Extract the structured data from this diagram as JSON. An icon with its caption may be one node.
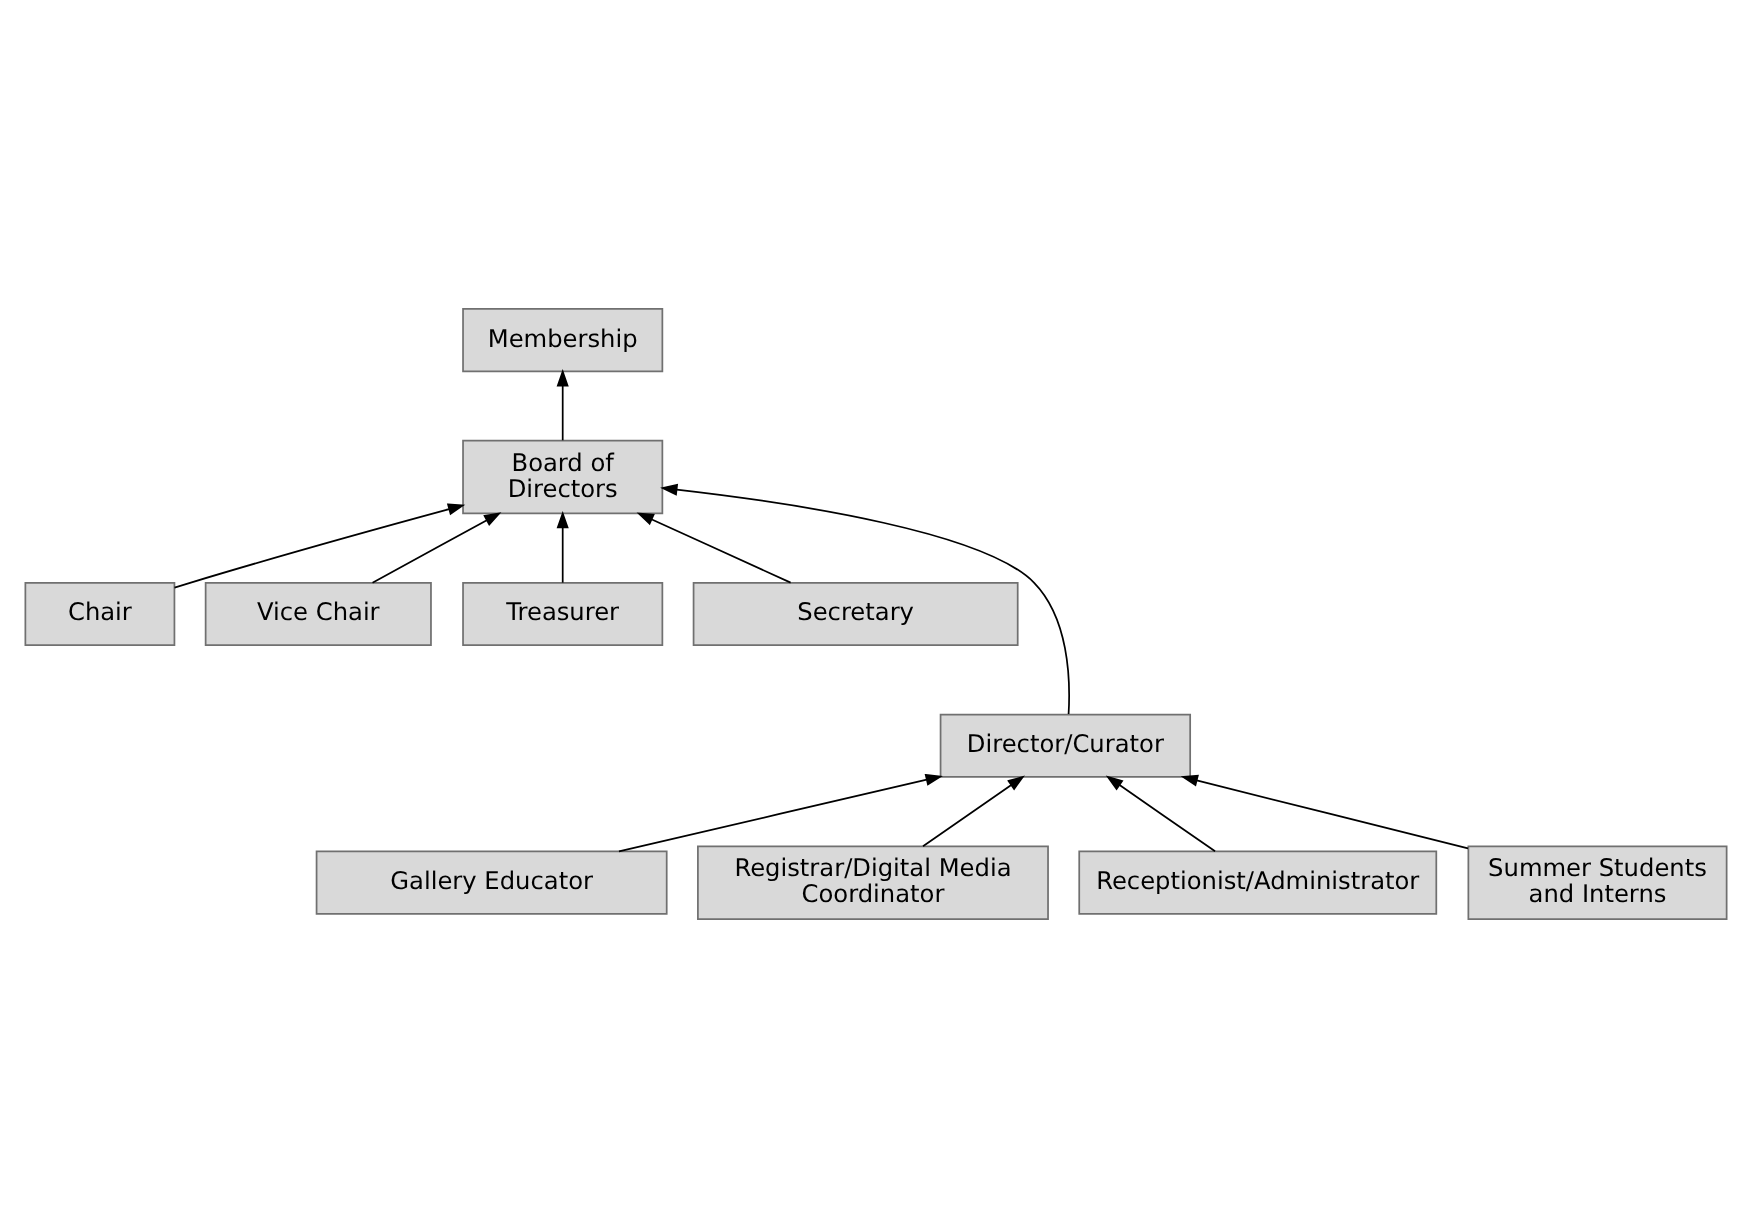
{
  "diagram": {
    "nodes": [
      {
        "text": [
          "Membership"
        ]
      },
      {
        "text": [
          "Board of Directors"
        ]
      },
      {
        "text": [
          "Chair"
        ]
      },
      {
        "text": [
          "Vice Chair"
        ]
      },
      {
        "text": [
          "Treasurer"
        ]
      },
      {
        "text": [
          "Secretary"
        ]
      },
      {
        "text": [
          "Director/Curator"
        ]
      },
      {
        "text": [
          "Gallery Educator"
        ]
      },
      {
        "text": [
          "Registrar/Digital Media Coordinator"
        ]
      },
      {
        "text": [
          "Receptionist/Administrator"
        ]
      },
      {
        "text": [
          "Summer Students and Interns"
        ]
      }
    ],
    "edges": [
      {
        "from": 1,
        "to": 0,
        "arrow": "to"
      },
      {
        "from": 2,
        "to": 1,
        "arrow": "to"
      },
      {
        "from": 3,
        "to": 1,
        "arrow": "to"
      },
      {
        "from": 4,
        "to": 1,
        "arrow": "to"
      },
      {
        "from": 5,
        "to": 1,
        "arrow": "to"
      },
      {
        "from": 6,
        "to": 1,
        "arrow": "to"
      },
      {
        "from": 7,
        "to": 6,
        "arrow": "to"
      },
      {
        "from": 8,
        "to": 6,
        "arrow": "to"
      },
      {
        "from": 9,
        "to": 6,
        "arrow": "to"
      },
      {
        "from": 10,
        "to": 6,
        "arrow": "to"
      }
    ]
  }
}
